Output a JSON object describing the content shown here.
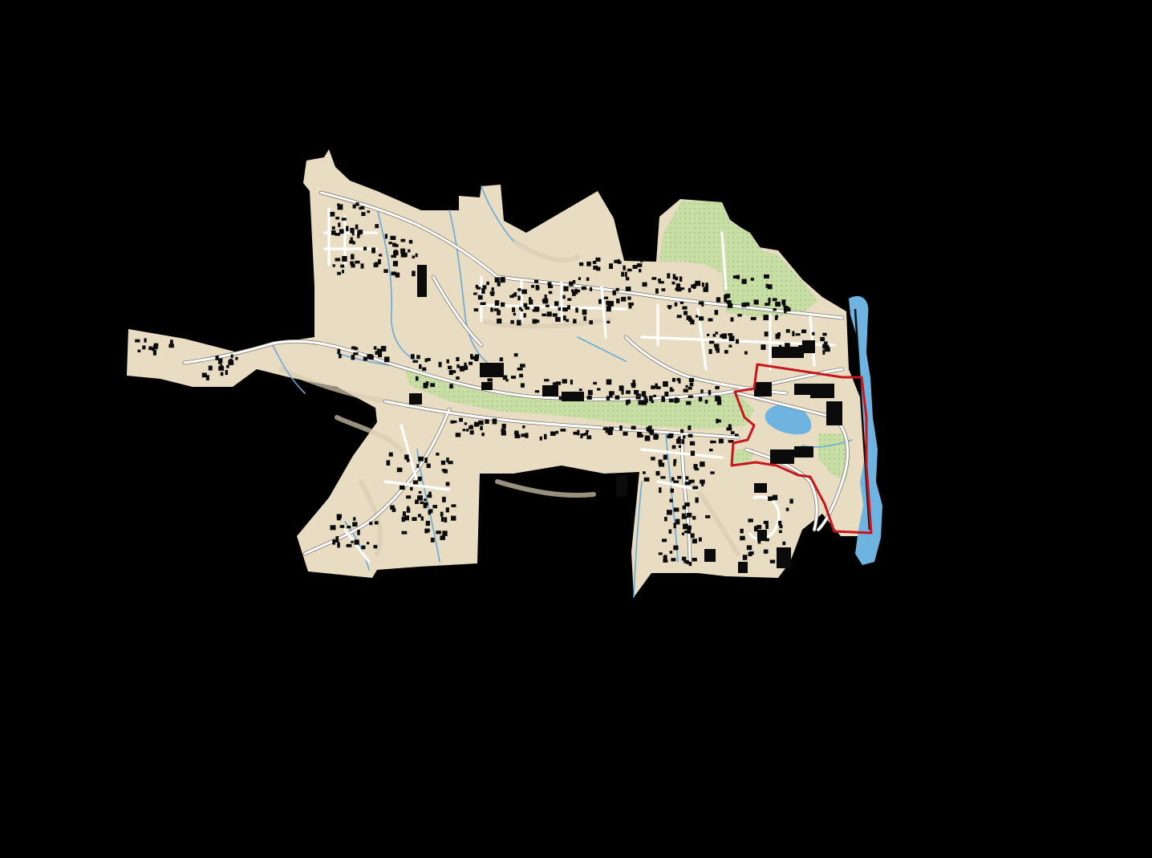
{
  "colors": {
    "background": "#000000",
    "land": "#e8dcc3",
    "land_shade": "#d6c7a8",
    "park": "#c9dea6",
    "water": "#6fb3e0",
    "stream": "#6aa9d8",
    "road": "#ffffff",
    "building": "#0b0b0b",
    "study_area_outline": "#c8161d"
  },
  "layers": [
    {
      "id": "land",
      "icon": "terrain-icon"
    },
    {
      "id": "parks",
      "icon": "park-icon"
    },
    {
      "id": "water",
      "icon": "water-icon"
    },
    {
      "id": "roads",
      "icon": "road-icon"
    },
    {
      "id": "buildings",
      "icon": "building-icon"
    },
    {
      "id": "study-area",
      "icon": "boundary-icon"
    }
  ]
}
